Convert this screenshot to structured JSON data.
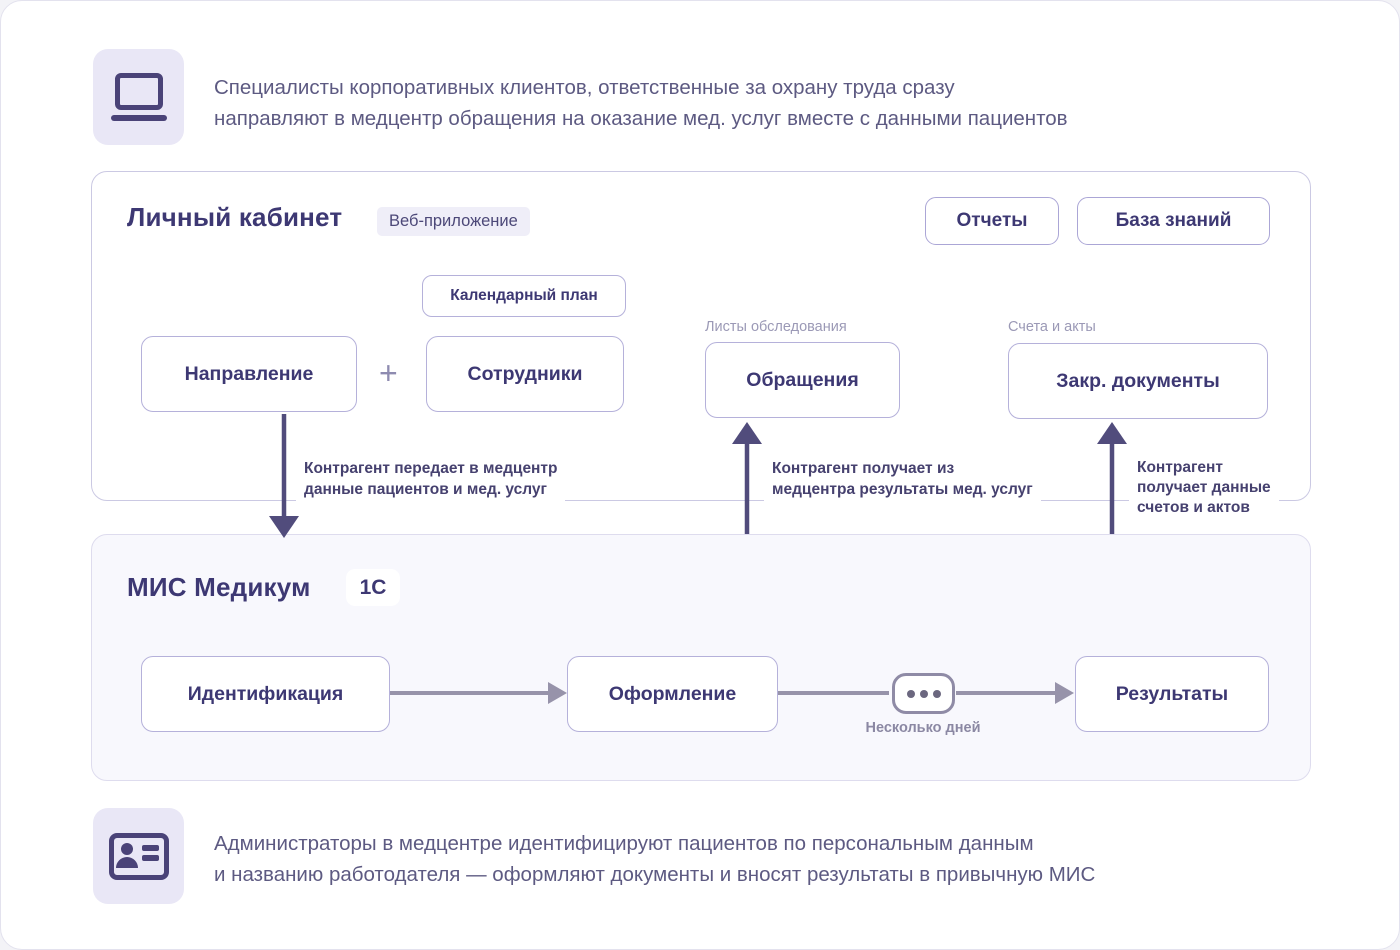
{
  "colors": {
    "text_dark": "#3d3873",
    "text_body": "#5d5a82",
    "caption_gray": "#9b99b6",
    "box_border": "#b5b1da",
    "arrow_dark": "#514c7c",
    "connector_gray": "#9793aa",
    "tile_bg": "#e9e7f6",
    "mis_bg": "#f8f8fd",
    "badge_bg": "#efeef8",
    "icon_glyph": "#4a4378"
  },
  "top_note": {
    "icon": "laptop-icon",
    "text": "Специалисты корпоративных клиентов, ответственные за охрану труда сразу\nнаправляют в медцентр обращения на оказание мед. услуг вместе с данными пациентов"
  },
  "cabinet": {
    "title": "Личный кабинет",
    "badge": "Веб-приложение",
    "header_buttons": [
      {
        "label": "Отчеты"
      },
      {
        "label": "База знаний"
      }
    ],
    "calendar_chip": "Календарный план",
    "plus_sign": "+",
    "nodes": {
      "referral": "Направление",
      "employees": "Сотрудники",
      "appeals": "Обращения",
      "closing_docs": "Закр. документы"
    },
    "captions": {
      "appeals": "Листы обследования",
      "closing_docs": "Счета и акты"
    }
  },
  "flows": {
    "down_to_mis": "Контрагент передает в медцентр\nданные пациентов и мед. услуг",
    "up_to_appeals": "Контрагент получает из\nмедцентра результаты мед. услуг",
    "up_to_docs": "Контрагент\nполучает данные\nсчетов и актов"
  },
  "mis": {
    "title": "МИС Медикум",
    "badge": "1С",
    "steps": [
      {
        "label": "Идентификация"
      },
      {
        "label": "Оформление"
      },
      {
        "label": "Результаты"
      }
    ],
    "delay_icon": "ellipsis-icon",
    "delay_label": "Несколько дней"
  },
  "bottom_note": {
    "icon": "id-card-icon",
    "text": "Администраторы в медцентре идентифицируют пациентов по персональным данным\nи названию работодателя — оформляют документы и вносят результаты в привычную МИС"
  }
}
